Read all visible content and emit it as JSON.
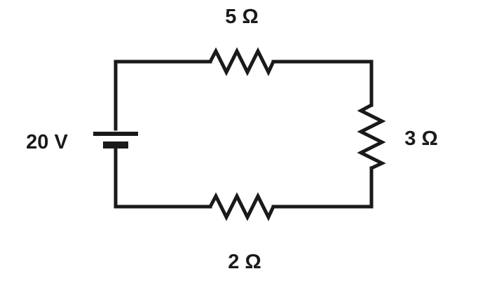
{
  "diagram": {
    "type": "circuit",
    "colors": {
      "line": "#1a1a1a",
      "background": "#ffffff"
    },
    "labels": {
      "battery": "20 V",
      "resistor_top": "5 Ω",
      "resistor_right": "3 Ω",
      "resistor_bottom": "2 Ω"
    },
    "components": [
      {
        "type": "battery",
        "label": "20 V",
        "position": "left"
      },
      {
        "type": "resistor",
        "label": "5 Ω",
        "position": "top"
      },
      {
        "type": "resistor",
        "label": "3 Ω",
        "position": "right"
      },
      {
        "type": "resistor",
        "label": "2 Ω",
        "position": "bottom"
      }
    ]
  }
}
